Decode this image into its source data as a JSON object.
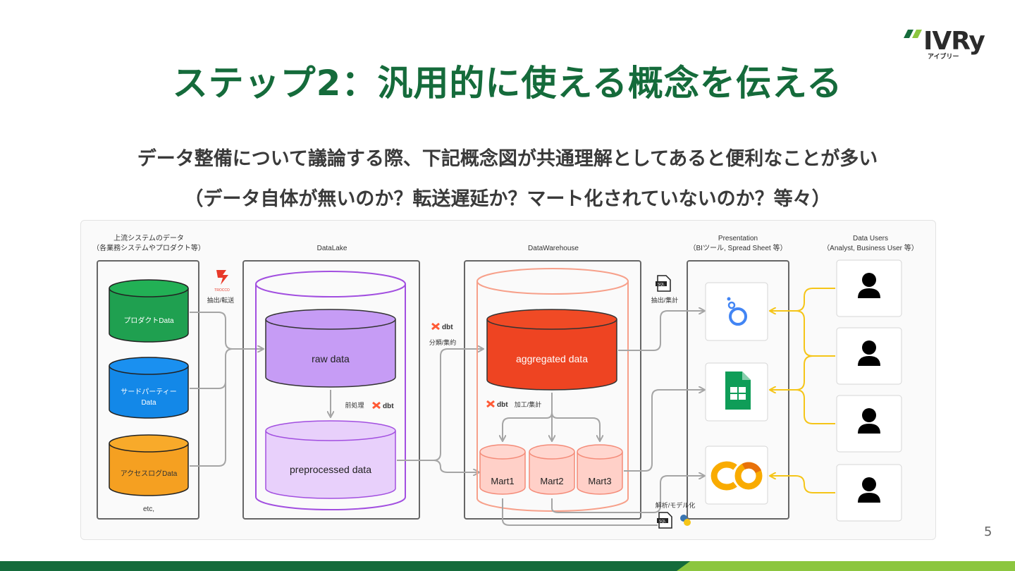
{
  "title": "ステップ2：汎用的に使える概念を伝える",
  "subtitle_line1": "データ整備について議論する際、下記概念図が共通理解としてあると便利なことが多い",
  "subtitle_line2": "（データ自体が無いのか？転送遅延か？マート化されていないのか？等々）",
  "logo": {
    "text": "IVRy",
    "kana": "アイブリー"
  },
  "page_number": "5",
  "colors": {
    "title": "#156b3b",
    "bar_dark": "#156b3b",
    "bar_light": "#8cc63f",
    "user_arrow": "#f5c518"
  },
  "diagram": {
    "sections": {
      "upstream_title": "上流システムのデータ",
      "upstream_subtitle": "（各業務システムやプロダクト等）",
      "datalake": "DataLake",
      "datawarehouse": "DataWarehouse",
      "presentation_title": "Presentation",
      "presentation_subtitle": "（BIツール, Spread Sheet 等）",
      "users_title": "Data Users",
      "users_subtitle": "（Analyst, Business User 等）"
    },
    "sources": {
      "product": "プロダクトData",
      "third_party_1": "サードパーティー",
      "third_party_2": "Data",
      "access_log": "アクセスログData",
      "etc": "etc,"
    },
    "lake": {
      "raw": "raw data",
      "preprocessed": "preprocessed data"
    },
    "warehouse": {
      "aggregated": "aggregated data",
      "marts": [
        "Mart1",
        "Mart2",
        "Mart3"
      ]
    },
    "labels": {
      "trocco": "TROCCO",
      "extract_transfer": "抽出/転送",
      "preprocess": "前処理",
      "dbt": "dbt",
      "classify_aggregate": "分類/集約",
      "process_aggregate": "加工/集計",
      "extract_aggregate": "抽出/集計",
      "analysis_model": "解析/モデル化",
      "sql": "SQL"
    },
    "tools": [
      "looker-studio-icon",
      "google-sheets-icon",
      "colab-icon"
    ],
    "users_count": 4
  }
}
